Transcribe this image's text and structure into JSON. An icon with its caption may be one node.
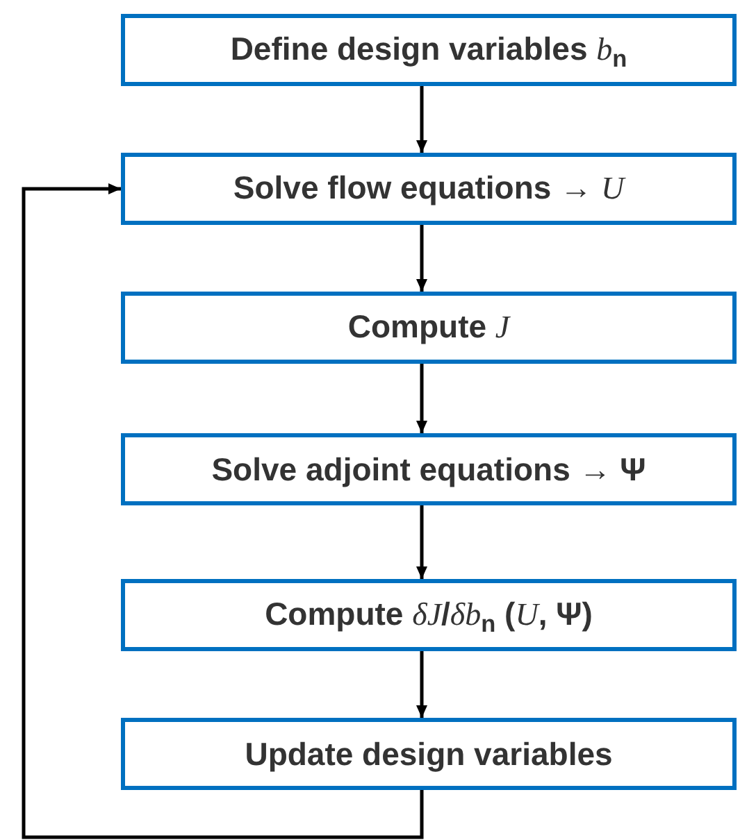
{
  "diagram": {
    "nodes": [
      {
        "text": [
          "Define design variables *b*$_{n}$"
        ]
      },
      {
        "text": [
          "Solve flow equations → *U*"
        ]
      },
      {
        "text": [
          "Compute *J*"
        ]
      },
      {
        "text": [
          "Solve adjoint equations → Ψ"
        ]
      },
      {
        "text": [
          "Compute *δJ*/*δb*$_{n}$ (*U*, Ψ)"
        ]
      },
      {
        "text": [
          "Update design variables"
        ]
      }
    ],
    "edges": [
      {
        "from": 0,
        "to": 1,
        "arrow": "to"
      },
      {
        "from": 1,
        "to": 2,
        "arrow": "to"
      },
      {
        "from": 2,
        "to": 3,
        "arrow": "to"
      },
      {
        "from": 3,
        "to": 4,
        "arrow": "to"
      },
      {
        "from": 4,
        "to": 5,
        "arrow": "to"
      },
      {
        "from": 5,
        "to": 1,
        "arrow": "to"
      }
    ]
  }
}
